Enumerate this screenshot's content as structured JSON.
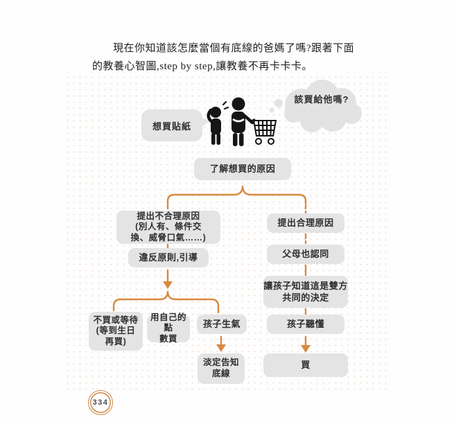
{
  "page": {
    "intro_paragraph": "現在你知道該怎麼當個有底線的爸媽了嗎?跟著下面的教養心智圖,step by step,讓教養不再卡卡卡。",
    "page_number": "334"
  },
  "scene": {
    "speech_bubble": "想買貼紙",
    "thought_bubble": "該買給他嗎?",
    "icons": [
      "child-icon",
      "adult-icon",
      "shopping-cart-icon",
      "sweat-drops-icon",
      "speech-bubble",
      "thought-bubble"
    ]
  },
  "flowchart": {
    "root": {
      "label": "了解想買的原因"
    },
    "left": {
      "reason": {
        "label": "提出不合理原因\n(別人有、條件交\n換、威脅口氣……)"
      },
      "violate": {
        "label": "違反原則,引導"
      },
      "options": [
        {
          "label": "不買或等待\n(等到生日\n再買)"
        },
        {
          "label": "用自己的點\n數買"
        },
        {
          "label": "孩子生氣"
        }
      ],
      "calm": {
        "label": "淡定告知\n底線"
      }
    },
    "right": {
      "reason": {
        "label": "提出合理原因"
      },
      "agree": {
        "label": "父母也認同"
      },
      "mutual": {
        "label": "讓孩子知道這是雙方\n共同的決定"
      },
      "understand": {
        "label": "孩子聽懂"
      },
      "buy": {
        "label": "買"
      }
    }
  },
  "colors": {
    "accent_orange": "#d8893f",
    "box_gray": "#e4e4e4",
    "dot_pink": "#f2e3da",
    "text_dark": "#2e2e2e"
  }
}
